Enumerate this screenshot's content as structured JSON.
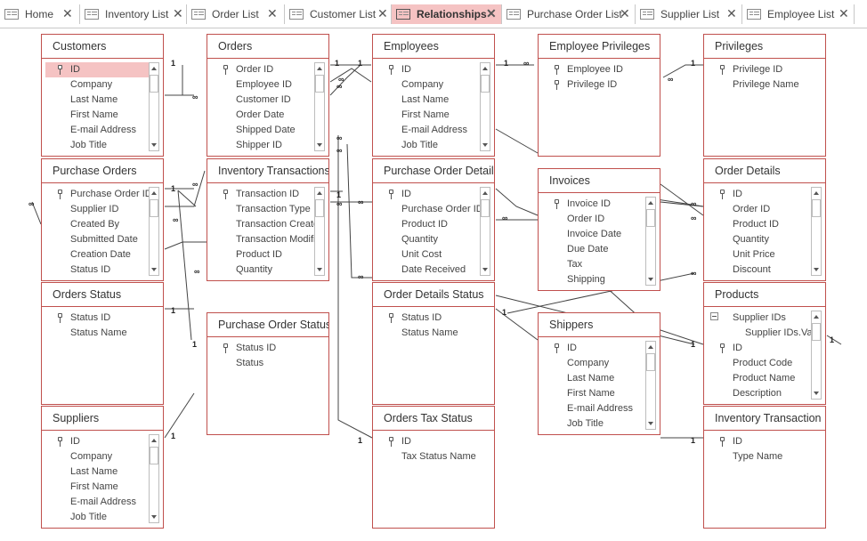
{
  "tabs": [
    {
      "label": "Home",
      "active": false
    },
    {
      "label": "Inventory List",
      "active": false
    },
    {
      "label": "Order List",
      "active": false
    },
    {
      "label": "Customer List",
      "active": false
    },
    {
      "label": "Relationships",
      "active": true
    },
    {
      "label": "Purchase Order List",
      "active": false
    },
    {
      "label": "Supplier List",
      "active": false
    },
    {
      "label": "Employee List",
      "active": false
    }
  ],
  "close_glyph": "✕",
  "relationship_marks": {
    "one": "1",
    "many": "∞"
  },
  "tables": [
    {
      "name": "Customers",
      "fields": [
        {
          "label": "ID",
          "key": true,
          "selected": true
        },
        {
          "label": "Company"
        },
        {
          "label": "Last Name"
        },
        {
          "label": "First Name"
        },
        {
          "label": "E-mail Address"
        },
        {
          "label": "Job Title"
        }
      ]
    },
    {
      "name": "Orders",
      "fields": [
        {
          "label": "Order ID",
          "key": true
        },
        {
          "label": "Employee ID"
        },
        {
          "label": "Customer ID"
        },
        {
          "label": "Order Date"
        },
        {
          "label": "Shipped Date"
        },
        {
          "label": "Shipper ID"
        }
      ]
    },
    {
      "name": "Employees",
      "fields": [
        {
          "label": "ID",
          "key": true
        },
        {
          "label": "Company"
        },
        {
          "label": "Last Name"
        },
        {
          "label": "First Name"
        },
        {
          "label": "E-mail Address"
        },
        {
          "label": "Job Title"
        }
      ]
    },
    {
      "name": "Employee Privileges",
      "fields": [
        {
          "label": "Employee ID",
          "key": true
        },
        {
          "label": "Privilege ID",
          "key": true
        }
      ]
    },
    {
      "name": "Privileges",
      "fields": [
        {
          "label": "Privilege ID",
          "key": true
        },
        {
          "label": "Privilege Name"
        }
      ]
    },
    {
      "name": "Purchase Orders",
      "fields": [
        {
          "label": "Purchase Order ID",
          "key": true
        },
        {
          "label": "Supplier ID"
        },
        {
          "label": "Created By"
        },
        {
          "label": "Submitted Date"
        },
        {
          "label": "Creation Date"
        },
        {
          "label": "Status ID"
        }
      ]
    },
    {
      "name": "Inventory Transactions",
      "fields": [
        {
          "label": "Transaction ID",
          "key": true
        },
        {
          "label": "Transaction Type"
        },
        {
          "label": "Transaction Created"
        },
        {
          "label": "Transaction Modified"
        },
        {
          "label": "Product ID"
        },
        {
          "label": "Quantity"
        }
      ]
    },
    {
      "name": "Purchase Order Details",
      "fields": [
        {
          "label": "ID",
          "key": true
        },
        {
          "label": "Purchase Order ID"
        },
        {
          "label": "Product ID"
        },
        {
          "label": "Quantity"
        },
        {
          "label": "Unit Cost"
        },
        {
          "label": "Date Received"
        }
      ]
    },
    {
      "name": "Invoices",
      "fields": [
        {
          "label": "Invoice ID",
          "key": true
        },
        {
          "label": "Order ID"
        },
        {
          "label": "Invoice Date"
        },
        {
          "label": "Due Date"
        },
        {
          "label": "Tax"
        },
        {
          "label": "Shipping"
        }
      ]
    },
    {
      "name": "Order Details",
      "fields": [
        {
          "label": "ID",
          "key": true
        },
        {
          "label": "Order ID"
        },
        {
          "label": "Product ID"
        },
        {
          "label": "Quantity"
        },
        {
          "label": "Unit Price"
        },
        {
          "label": "Discount"
        }
      ]
    },
    {
      "name": "Orders Status",
      "fields": [
        {
          "label": "Status ID",
          "key": true
        },
        {
          "label": "Status Name"
        }
      ]
    },
    {
      "name": "Purchase Order Status",
      "fields": [
        {
          "label": "Status ID",
          "key": true
        },
        {
          "label": "Status"
        }
      ]
    },
    {
      "name": "Order Details Status",
      "fields": [
        {
          "label": "Status ID",
          "key": true
        },
        {
          "label": "Status Name"
        }
      ]
    },
    {
      "name": "Shippers",
      "fields": [
        {
          "label": "ID",
          "key": true
        },
        {
          "label": "Company"
        },
        {
          "label": "Last Name"
        },
        {
          "label": "First Name"
        },
        {
          "label": "E-mail Address"
        },
        {
          "label": "Job Title"
        }
      ]
    },
    {
      "name": "Products",
      "fields": [
        {
          "label": "Supplier IDs",
          "expand": true
        },
        {
          "label": "Supplier IDs.Value",
          "sub": true
        },
        {
          "label": "ID",
          "key": true
        },
        {
          "label": "Product Code"
        },
        {
          "label": "Product Name"
        },
        {
          "label": "Description"
        }
      ]
    },
    {
      "name": "Suppliers",
      "fields": [
        {
          "label": "ID",
          "key": true
        },
        {
          "label": "Company"
        },
        {
          "label": "Last Name"
        },
        {
          "label": "First Name"
        },
        {
          "label": "E-mail Address"
        },
        {
          "label": "Job Title"
        }
      ]
    },
    {
      "name": "Orders Tax Status",
      "fields": [
        {
          "label": "ID",
          "key": true
        },
        {
          "label": "Tax Status Name"
        }
      ]
    },
    {
      "name": "Inventory Transaction ...",
      "fields": [
        {
          "label": "ID",
          "key": true
        },
        {
          "label": "Type Name"
        }
      ]
    }
  ]
}
